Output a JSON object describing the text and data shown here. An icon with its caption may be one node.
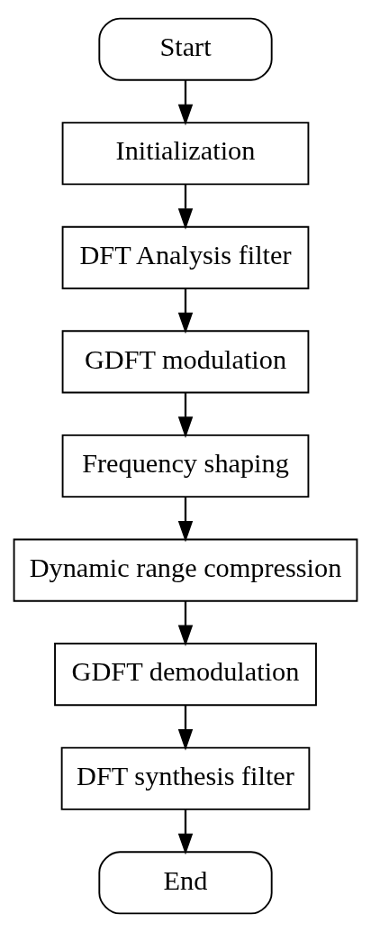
{
  "diagram": {
    "nodes": [
      {
        "text": [
          "Start"
        ]
      },
      {
        "text": [
          "Initialization"
        ]
      },
      {
        "text": [
          "DFT Analysis filter"
        ]
      },
      {
        "text": [
          "GDFT modulation"
        ]
      },
      {
        "text": [
          "Frequency shaping"
        ]
      },
      {
        "text": [
          "Dynamic range compression"
        ]
      },
      {
        "text": [
          "GDFT demodulation"
        ]
      },
      {
        "text": [
          "DFT synthesis filter"
        ]
      },
      {
        "text": [
          "End"
        ]
      }
    ],
    "edges": [
      {
        "from": 0,
        "to": 1,
        "arrow": "to"
      },
      {
        "from": 1,
        "to": 2,
        "arrow": "to"
      },
      {
        "from": 2,
        "to": 3,
        "arrow": "to"
      },
      {
        "from": 3,
        "to": 4,
        "arrow": "to"
      },
      {
        "from": 4,
        "to": 5,
        "arrow": "to"
      },
      {
        "from": 5,
        "to": 6,
        "arrow": "to"
      },
      {
        "from": 6,
        "to": 7,
        "arrow": "to"
      },
      {
        "from": 7,
        "to": 8,
        "arrow": "to"
      }
    ]
  }
}
